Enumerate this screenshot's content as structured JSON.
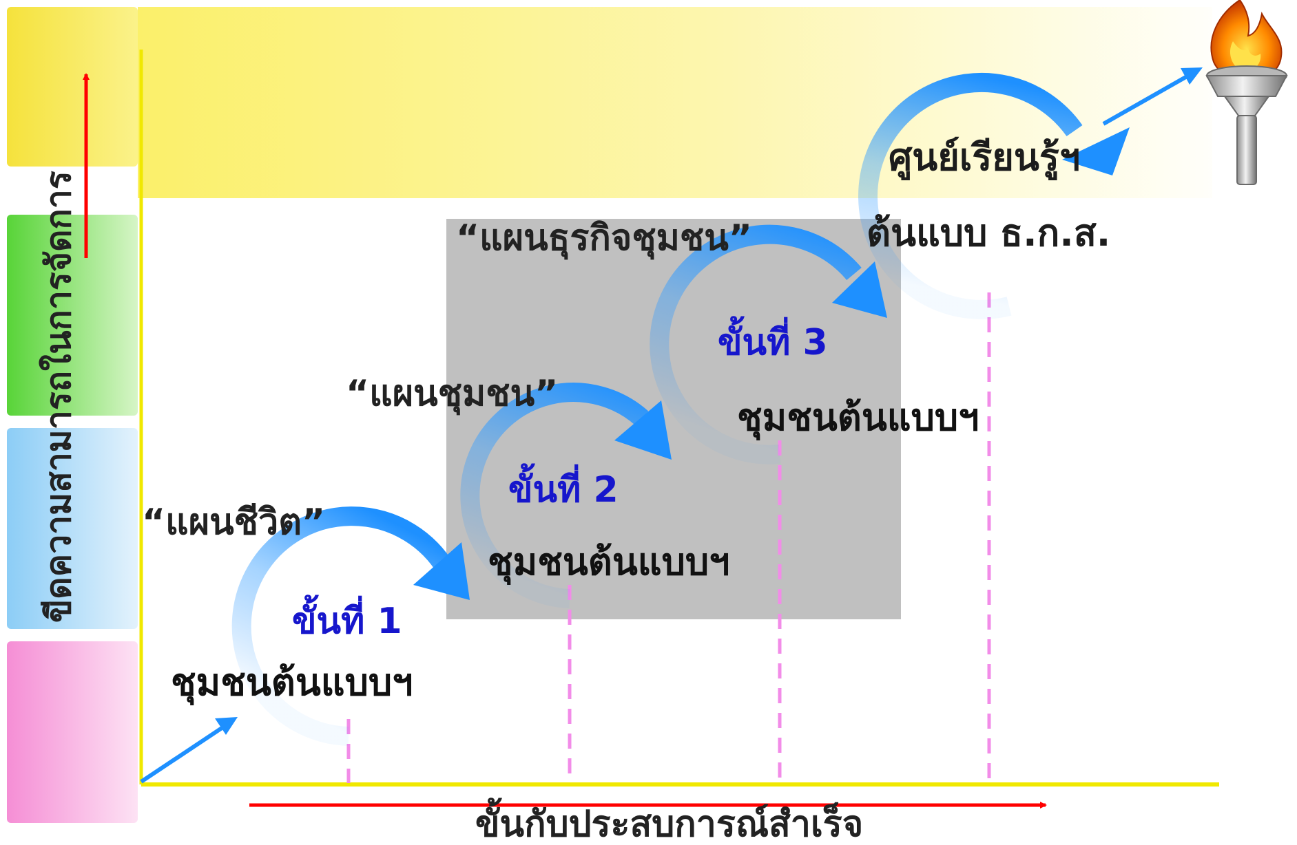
{
  "y_axis_label": "ขีดความสามารถในการจัดการ",
  "x_axis_label": "ขั้นกับประสบการณ์สำเร็จ",
  "plans": {
    "life_plan": "“แผนชีวิต”",
    "community_plan": "“แผนชุมชน”",
    "business_plan": "“แผนธุรกิจชุมชน”"
  },
  "steps": [
    {
      "label": "ขั้นที่ 1",
      "sub": "ชุมชนต้นแบบฯ"
    },
    {
      "label": "ขั้นที่ 2",
      "sub": "ชุมชนต้นแบบฯ"
    },
    {
      "label": "ขั้นที่ 3",
      "sub": "ชุมชนต้นแบบฯ"
    }
  ],
  "final": {
    "line1": "ศูนย์เรียนรู้ฯ",
    "line2": "ต้นแบบ ธ.ก.ส."
  },
  "colors": {
    "band_top": "#f8e94a",
    "band_green": "#7de05a",
    "band_blue": "#9fd4f7",
    "band_pink": "#f7a6dc",
    "axis": "#f0e800",
    "arrow_red": "#ff0000",
    "arc_blue": "#1e90ff",
    "dash_pink": "#f28ce8",
    "highlight_box": "#c0c0c0",
    "step_text": "#1616cc"
  },
  "icons": [
    "torch-icon"
  ]
}
